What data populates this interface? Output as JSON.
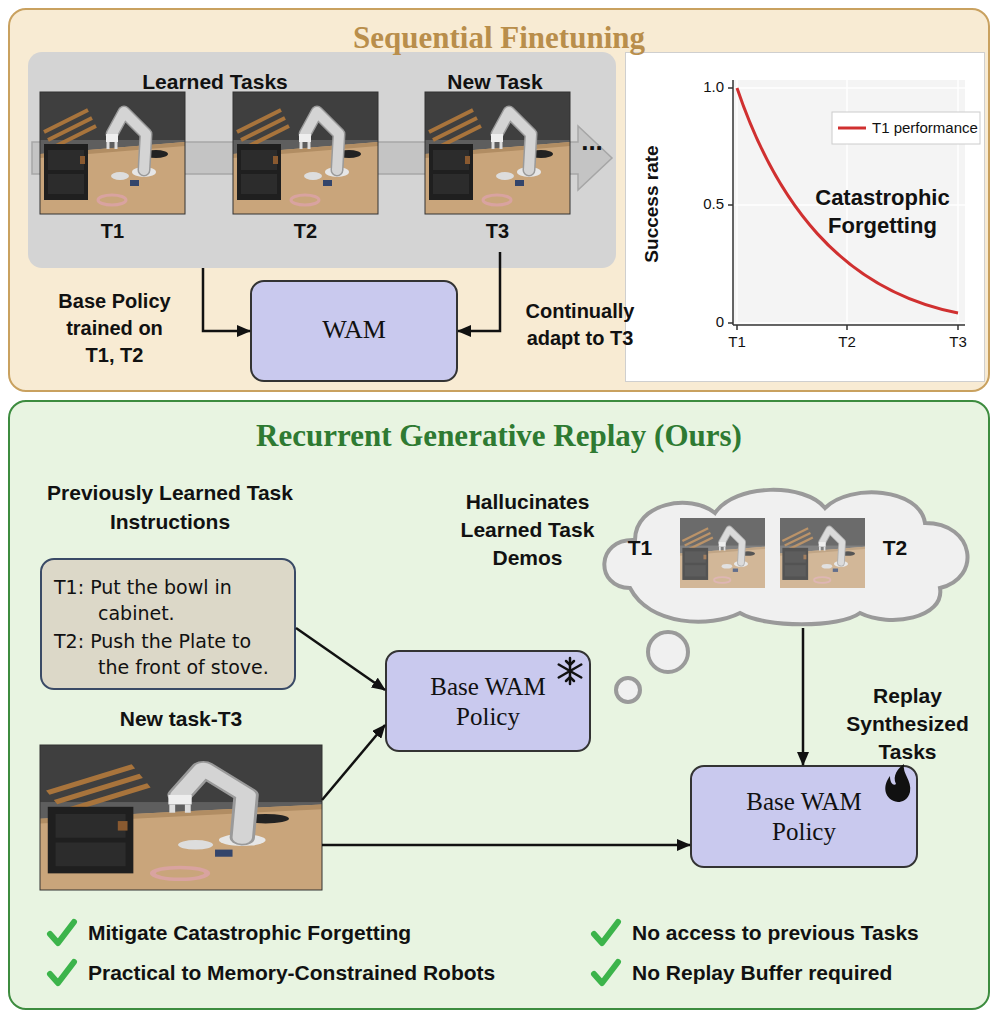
{
  "diagram": {
    "nodes": [
      {
        "text": [
          "Sequential Finetuning"
        ]
      },
      {
        "text": [
          "Learned Tasks",
          "New Task"
        ],
        "in": 0
      },
      {
        "text": [
          "T1"
        ],
        "in": 1
      },
      {
        "text": [
          "T2"
        ],
        "in": 1
      },
      {
        "text": [
          "T3"
        ],
        "in": 1
      },
      {
        "text": [
          "WAM"
        ],
        "in": 0
      },
      {
        "text": [
          "Catastrophic Forgetting"
        ],
        "in": 0
      },
      {
        "text": [
          "Recurrent Generative Replay (Ours)"
        ]
      },
      {
        "text": [
          "Previously Learned Task Instructions",
          "T1: Put the bowl in cabinet.",
          "T2: Push the Plate to the front of stove."
        ],
        "in": 7
      },
      {
        "text": [
          "T1",
          "T2"
        ],
        "in": 7
      },
      {
        "text": [
          "Base WAM Policy"
        ],
        "in": 7
      },
      {
        "text": [
          "New task-T3"
        ],
        "in": 7
      },
      {
        "text": [
          "Base WAM Policy"
        ],
        "in": 7
      }
    ],
    "edges": [
      {
        "from": 1,
        "to": 5,
        "arrow": "to",
        "label": "Base Policy trained on T1, T2"
      },
      {
        "from": 4,
        "to": 5,
        "arrow": "to",
        "label": "Continually adapt to T3"
      },
      {
        "from": 8,
        "to": 10,
        "arrow": "to"
      },
      {
        "from": 11,
        "to": 10,
        "arrow": "to"
      },
      {
        "from": 11,
        "to": 12,
        "arrow": "to"
      },
      {
        "from": 9,
        "to": 12,
        "arrow": "to",
        "label": "Replay Synthesized Tasks"
      }
    ],
    "labels": [
      "...",
      "Success rate",
      "1.0",
      "0.5",
      "0",
      "T1",
      "T2",
      "T3",
      "Hallucinates Learned Task Demos",
      "Mitigate Catastrophic Forgetting",
      "Practical to Memory-Constrained Robots",
      "No access to previous Tasks",
      "No Replay Buffer required"
    ],
    "legend": [
      {
        "text": "T1 performance"
      }
    ]
  }
}
